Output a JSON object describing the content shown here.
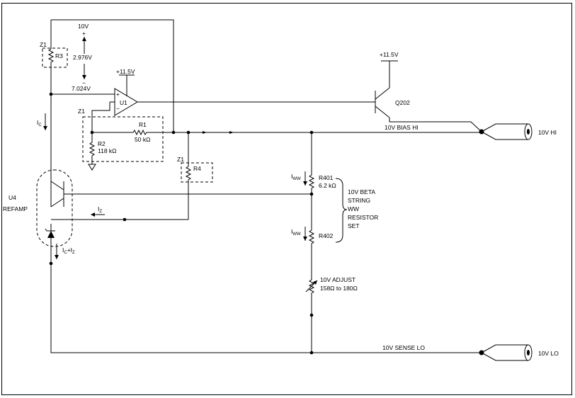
{
  "labels": {
    "z1_r3": "Z1",
    "r3": "R3",
    "v_10v": "10V",
    "plus": "+",
    "v_2976": "2.976V",
    "minus": "−",
    "v_7024": "7.024V",
    "supply_u1": "+11.5V",
    "u1": "U1",
    "u1_plus": "+",
    "u1_minus": "−",
    "z1_r1r2": "Z1",
    "r1": "R1",
    "r1_val": "50 kΩ",
    "r2": "R2",
    "r2_val": "118 kΩ",
    "ic": "I",
    "ic_sub": "C",
    "u4": "U4",
    "refamp": "REFAMP",
    "iz": "I",
    "iz_sub": "Z",
    "icz": "I",
    "icz_sub1": "C",
    "icz_plus": "+I",
    "icz_sub2": "Z",
    "z1_r4": "Z1",
    "r4": "R4",
    "supply_q202": "+11.5V",
    "q202": "Q202",
    "bias_hi": "10V BIAS HI",
    "out_hi": "10V HI",
    "iww1": "I",
    "iww1_sub": "WW",
    "r401": "R401",
    "r401_val": "6.2 kΩ",
    "iww2": "I",
    "iww2_sub": "WW",
    "r402": "R402",
    "beta1": "10V BETA",
    "beta2": "STRING",
    "beta3": "WW",
    "beta4": "RESISTOR",
    "beta5": "SET",
    "adj1": "10V ADJUST",
    "adj2": "158Ω to 180Ω",
    "sense_lo": "10V SENSE LO",
    "out_lo": "10V LO"
  },
  "icons": {
    "resistor": "zigzag-resistor-icon",
    "opamp": "triangle-opamp-icon",
    "transistor": "npn-transistor-icon",
    "zener": "zener-diode-icon",
    "ground": "ground-icon",
    "connector": "coax-connector-icon",
    "brace": "curly-brace-icon"
  },
  "colors": {
    "ink": "#000000",
    "background": "#ffffff"
  }
}
